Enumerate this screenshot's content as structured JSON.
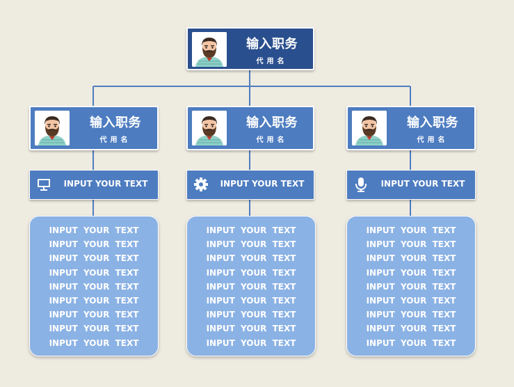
{
  "colors": {
    "background": "#eeebe1",
    "root_card": "#2a4f8e",
    "child_card": "#4d7cc0",
    "list_box": "#8bb2e4",
    "connector": "#4d7cc0"
  },
  "root": {
    "title": "输入职务",
    "subtitle": "代用名"
  },
  "columns": [
    {
      "title": "输入职务",
      "subtitle": "代用名",
      "bar_icon": "monitor-icon",
      "bar_label": "INPUT YOUR TEXT",
      "lines": [
        "INPUT YOUR TEXT",
        "INPUT YOUR TEXT",
        "INPUT YOUR TEXT",
        "INPUT YOUR TEXT",
        "INPUT YOUR TEXT",
        "INPUT YOUR TEXT",
        "INPUT YOUR TEXT",
        "INPUT YOUR TEXT",
        "INPUT YOUR TEXT"
      ]
    },
    {
      "title": "输入职务",
      "subtitle": "代用名",
      "bar_icon": "gear-icon",
      "bar_label": "INPUT YOUR TEXT",
      "lines": [
        "INPUT YOUR TEXT",
        "INPUT YOUR TEXT",
        "INPUT YOUR TEXT",
        "INPUT YOUR TEXT",
        "INPUT YOUR TEXT",
        "INPUT YOUR TEXT",
        "INPUT YOUR TEXT",
        "INPUT YOUR TEXT",
        "INPUT YOUR TEXT"
      ]
    },
    {
      "title": "输入职务",
      "subtitle": "代用名",
      "bar_icon": "microphone-icon",
      "bar_label": "INPUT YOUR TEXT",
      "lines": [
        "INPUT YOUR TEXT",
        "INPUT YOUR TEXT",
        "INPUT YOUR TEXT",
        "INPUT YOUR TEXT",
        "INPUT YOUR TEXT",
        "INPUT YOUR TEXT",
        "INPUT YOUR TEXT",
        "INPUT YOUR TEXT",
        "INPUT YOUR TEXT"
      ]
    }
  ]
}
